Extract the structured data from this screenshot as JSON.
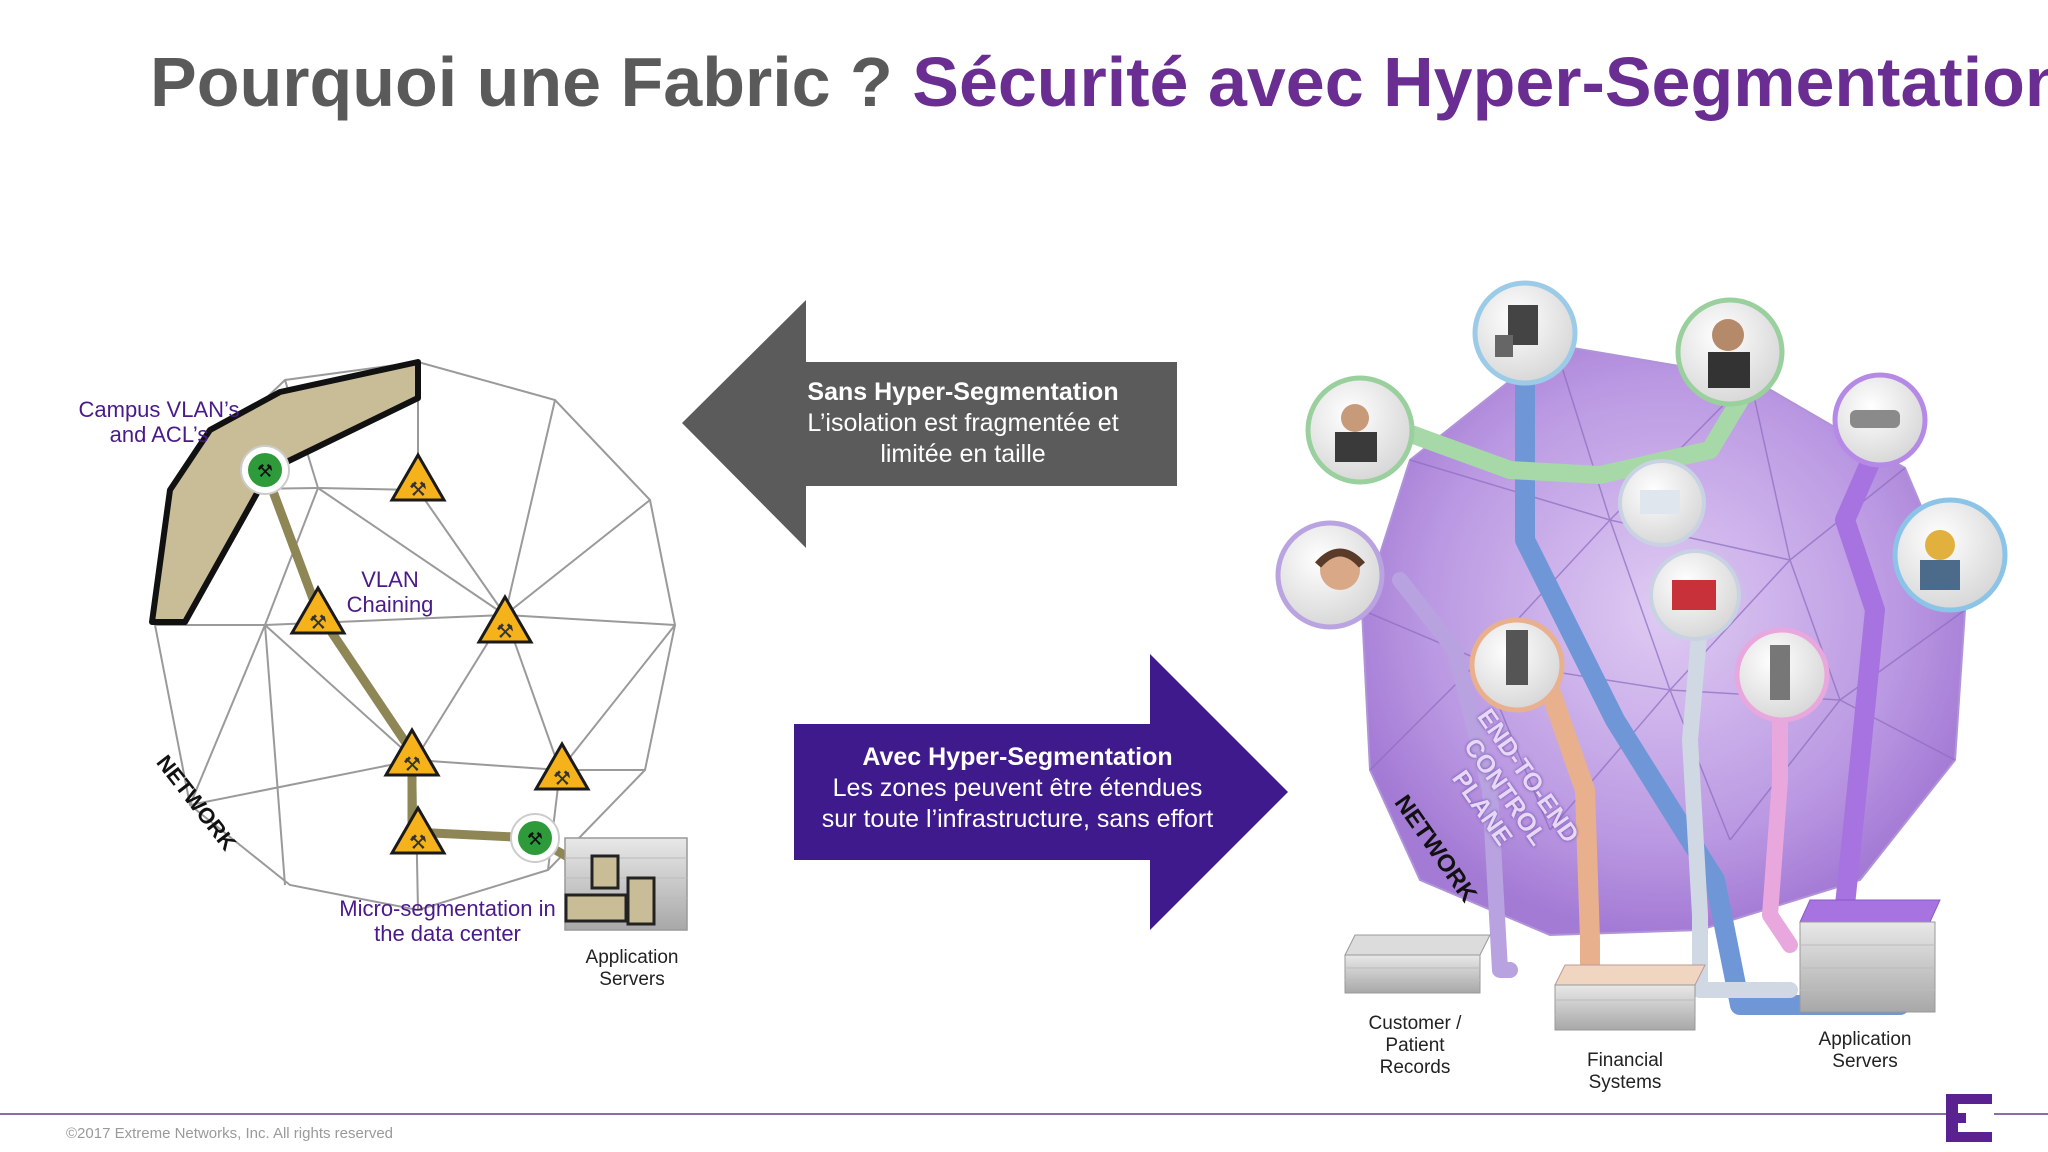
{
  "title": {
    "part1": "Pourquoi une Fabric ?",
    "part2": "Sécurité avec Hyper-Segmentation",
    "color_part1": "#5a5a5a",
    "color_part2": "#6a2d91"
  },
  "left_diagram": {
    "campus_label_line1": "Campus VLAN’s",
    "campus_label_line2": "and  ACL’s",
    "vlan_label_line1": "VLAN",
    "vlan_label_line2": "Chaining",
    "network_label": "NETWORK",
    "micro_label_line1": "Micro-segmentation in",
    "micro_label_line2": "the data center",
    "servers_label_line1": "Application",
    "servers_label_line2": "Servers"
  },
  "arrow_left": {
    "heading": "Sans Hyper-Segmentation",
    "line1": "L’isolation est fragmentée et",
    "line2": "limitée en taille",
    "color": "#5b5b5b"
  },
  "arrow_right": {
    "heading": "Avec Hyper-Segmentation",
    "line1": "Les zones peuvent être étendues",
    "line2": "sur toute l’infrastructure, sans effort",
    "color": "#3f1a8c"
  },
  "right_diagram": {
    "control_plane_line1": "END-TO-END",
    "control_plane_line2": "CONTROL",
    "control_plane_line3": "PLANE",
    "network_label": "NETWORK",
    "customer_line1": "Customer /",
    "customer_line2": "Patient",
    "customer_line3": "Records",
    "financial_line1": "Financial",
    "financial_line2": "Systems",
    "appservers_line1": "Application",
    "appservers_line2": "Servers"
  },
  "footer": {
    "copyright": "©2017 Extreme Networks, Inc.  All rights reserved"
  },
  "brand_color": "#5a2290"
}
